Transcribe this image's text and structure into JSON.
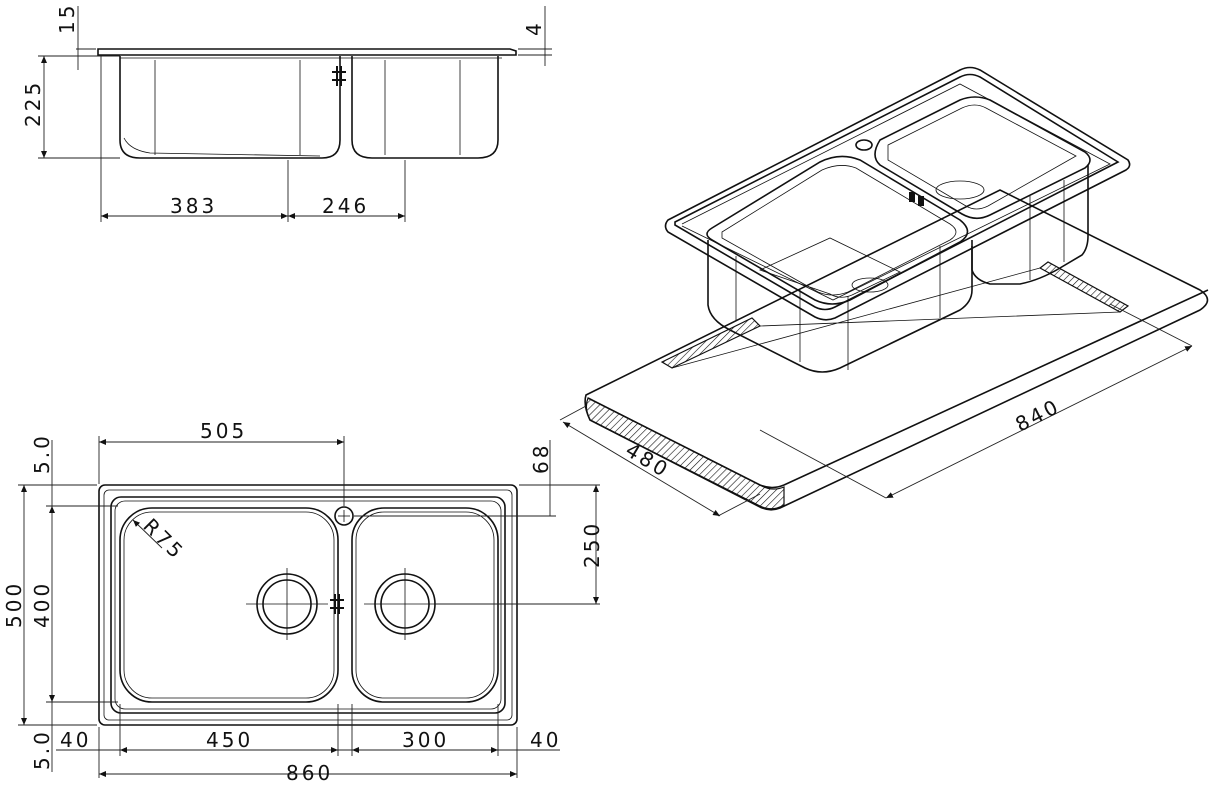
{
  "side_view": {
    "dims": {
      "flange": "15",
      "depth": "225",
      "rim": "4",
      "offset_large": "383",
      "offset_small": "246"
    }
  },
  "top_view": {
    "dims": {
      "tap_offset": "505",
      "top_margin": "5.0",
      "tap_distance": "68",
      "overall_depth": "500",
      "bowl_depth": "400",
      "waste_distance": "250",
      "corner_radius": "R75",
      "bottom_margin": "5.0",
      "left_rim": "40",
      "large_bowl": "450",
      "small_bowl": "300",
      "right_rim": "40",
      "overall_width": "860"
    }
  },
  "cutout": {
    "dims": {
      "depth": "480",
      "width": "840"
    }
  }
}
